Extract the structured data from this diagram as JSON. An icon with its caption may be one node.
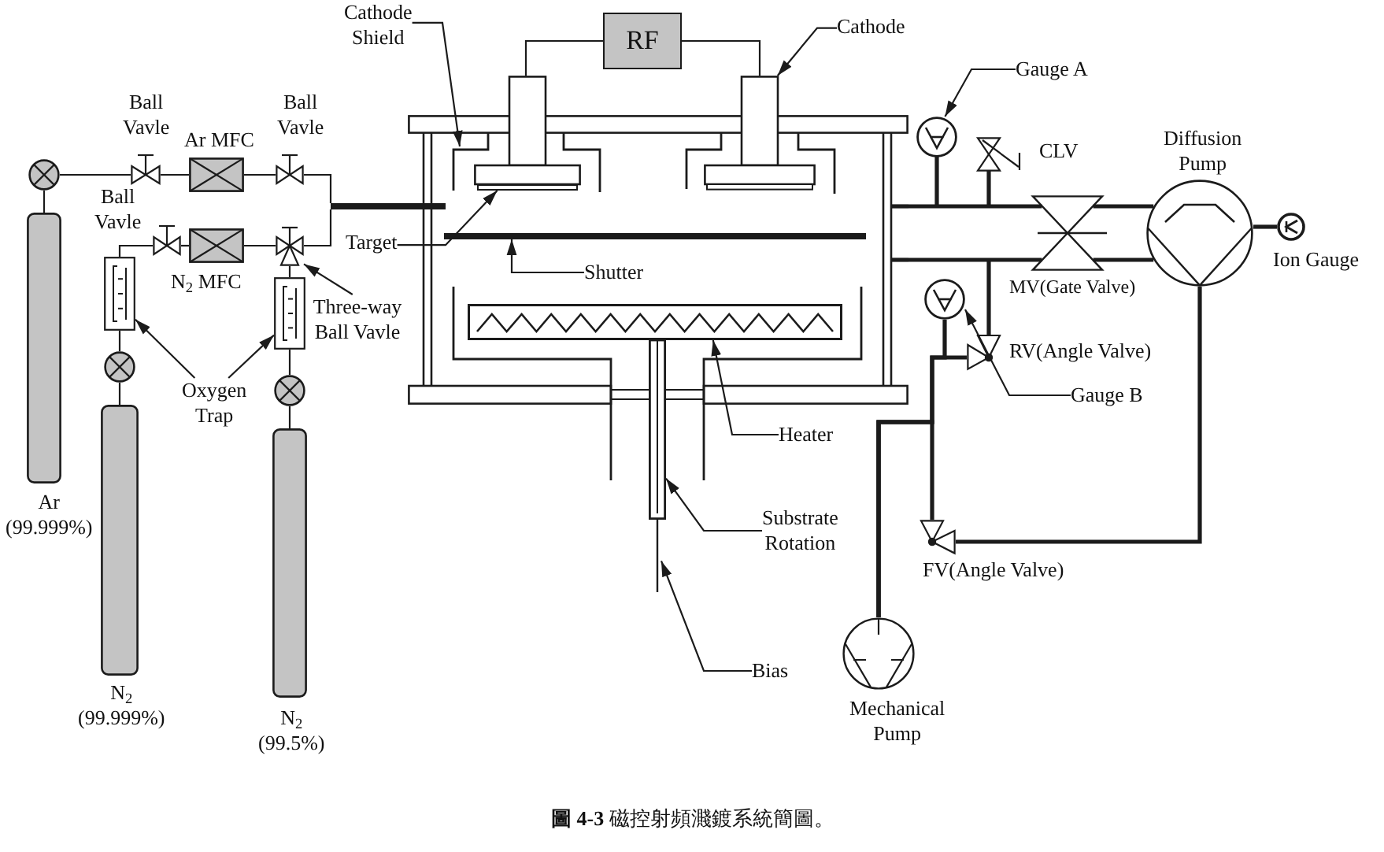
{
  "diagram": {
    "caption": "**圖 4-3** 磁控射頻濺鍍系統簡圖。",
    "nodes": [
      {
        "text": [],
        "shape": "cylinder",
        "beside": [
          "Ar (99.999%)"
        ]
      },
      {
        "text": [],
        "shape": "circle"
      },
      {
        "text": [],
        "shape": "valve",
        "beside": [
          "Ball Vavle"
        ]
      },
      {
        "text": [],
        "shape": "box",
        "beside": [
          "Ar MFC"
        ]
      },
      {
        "text": [],
        "shape": "valve",
        "beside": [
          "Ball Vavle"
        ]
      },
      {
        "text": [],
        "shape": "cylinder",
        "beside": [
          "N$_{2}$ (99.999%)"
        ]
      },
      {
        "text": [],
        "shape": "circle"
      },
      {
        "text": [],
        "shape": "box"
      },
      {
        "text": [],
        "shape": "valve",
        "beside": [
          "Ball Vavle"
        ]
      },
      {
        "text": [],
        "shape": "box",
        "beside": [
          "N$_{2}$ MFC"
        ]
      },
      {
        "text": [],
        "shape": "valve"
      },
      {
        "text": [],
        "shape": "box"
      },
      {
        "text": [],
        "shape": "circle"
      },
      {
        "text": [],
        "shape": "cylinder",
        "beside": [
          "N$_{2}$ (99.5%)"
        ]
      },
      {
        "text": [
          "Oxygen Trap"
        ]
      },
      {
        "text": [
          "Three-way Ball Vavle"
        ]
      },
      {
        "text": [],
        "shape": "bar"
      },
      {
        "text": [
          "Cathode Shield"
        ]
      },
      {
        "text": [
          "RF"
        ]
      },
      {
        "text": [
          "Cathode"
        ]
      },
      {
        "text": [],
        "shape": "box"
      },
      {
        "text": [],
        "shape": "box"
      },
      {
        "text": [],
        "shape": "box"
      },
      {
        "text": [],
        "shape": "line",
        "in": 22
      },
      {
        "text": [],
        "shape": "bar",
        "in": 22
      },
      {
        "text": [],
        "shape": "bar",
        "in": 22
      },
      {
        "text": [],
        "shape": "box",
        "in": 22
      },
      {
        "text": [
          "Target"
        ]
      },
      {
        "text": [
          "Shutter"
        ],
        "in": 22
      },
      {
        "text": [
          "Heater"
        ]
      },
      {
        "text": [],
        "shape": "bar"
      },
      {
        "text": [
          "Substrate Rotation"
        ]
      },
      {
        "text": [],
        "shape": "line"
      },
      {
        "text": [
          "Bias"
        ]
      },
      {
        "text": [],
        "shape": "circle"
      },
      {
        "text": [
          "Gauge A"
        ]
      },
      {
        "text": [],
        "shape": "valve",
        "beside": [
          "CLV"
        ]
      },
      {
        "text": [],
        "shape": "valve",
        "beside": [
          "MV(Gate Valve)"
        ]
      },
      {
        "text": [],
        "shape": "circle",
        "beside": [
          "Diffusion Pump"
        ]
      },
      {
        "text": [],
        "shape": "circle",
        "beside": [
          "Ion Gauge"
        ]
      },
      {
        "text": [],
        "shape": "circle"
      },
      {
        "text": [],
        "shape": "valve",
        "beside": [
          "RV(Angle Valve)"
        ]
      },
      {
        "text": [
          "Gauge B"
        ]
      },
      {
        "text": [],
        "shape": "valve",
        "beside": [
          "FV(Angle Valve)"
        ]
      },
      {
        "text": [],
        "shape": "circle",
        "beside": [
          "Mechanical Pump"
        ]
      }
    ],
    "edges": [
      {
        "from": 0,
        "to": 1,
        "arrow": "none"
      },
      {
        "from": 1,
        "to": 2,
        "arrow": "none"
      },
      {
        "from": 2,
        "to": 3,
        "arrow": "none"
      },
      {
        "from": 3,
        "to": 4,
        "arrow": "none"
      },
      {
        "from": 4,
        "to": 16,
        "arrow": "none"
      },
      {
        "from": 5,
        "to": 6,
        "arrow": "none"
      },
      {
        "from": 6,
        "to": 7,
        "arrow": "none"
      },
      {
        "from": 7,
        "to": 8,
        "arrow": "none"
      },
      {
        "from": 8,
        "to": 9,
        "arrow": "none"
      },
      {
        "from": 9,
        "to": 10,
        "arrow": "none"
      },
      {
        "from": 10,
        "to": 16,
        "arrow": "none"
      },
      {
        "from": 13,
        "to": 12,
        "arrow": "none"
      },
      {
        "from": 12,
        "to": 11,
        "arrow": "none"
      },
      {
        "from": 11,
        "to": 10,
        "arrow": "none"
      },
      {
        "from": 14,
        "to": 7,
        "arrow": "to"
      },
      {
        "from": 14,
        "to": 11,
        "arrow": "to"
      },
      {
        "from": 15,
        "to": 10,
        "arrow": "to"
      },
      {
        "from": 18,
        "to": 20,
        "arrow": "none"
      },
      {
        "from": 18,
        "to": 21,
        "arrow": "none"
      },
      {
        "from": 17,
        "to": 23,
        "arrow": "to"
      },
      {
        "from": 19,
        "to": 21,
        "arrow": "to"
      },
      {
        "from": 27,
        "to": 24,
        "arrow": "to"
      },
      {
        "from": 28,
        "to": 25,
        "arrow": "to"
      },
      {
        "from": 29,
        "to": 26,
        "arrow": "to"
      },
      {
        "from": 31,
        "to": 30,
        "arrow": "to"
      },
      {
        "from": 33,
        "to": 32,
        "arrow": "to"
      },
      {
        "from": 35,
        "to": 34,
        "arrow": "to"
      },
      {
        "from": 22,
        "to": 37,
        "arrow": "none",
        "style": "thick"
      },
      {
        "from": 37,
        "to": 38,
        "arrow": "none",
        "style": "thick"
      },
      {
        "from": 38,
        "to": 39,
        "arrow": "none",
        "style": "thick"
      },
      {
        "from": 38,
        "to": 43,
        "arrow": "none",
        "style": "thick"
      },
      {
        "from": 41,
        "to": 44,
        "arrow": "none",
        "style": "thick"
      },
      {
        "from": 43,
        "to": 44,
        "arrow": "none",
        "style": "thick"
      },
      {
        "from": 42,
        "to": 40,
        "arrow": "to"
      },
      {
        "from": 40,
        "to": 44,
        "arrow": "none",
        "style": "thick"
      }
    ]
  }
}
